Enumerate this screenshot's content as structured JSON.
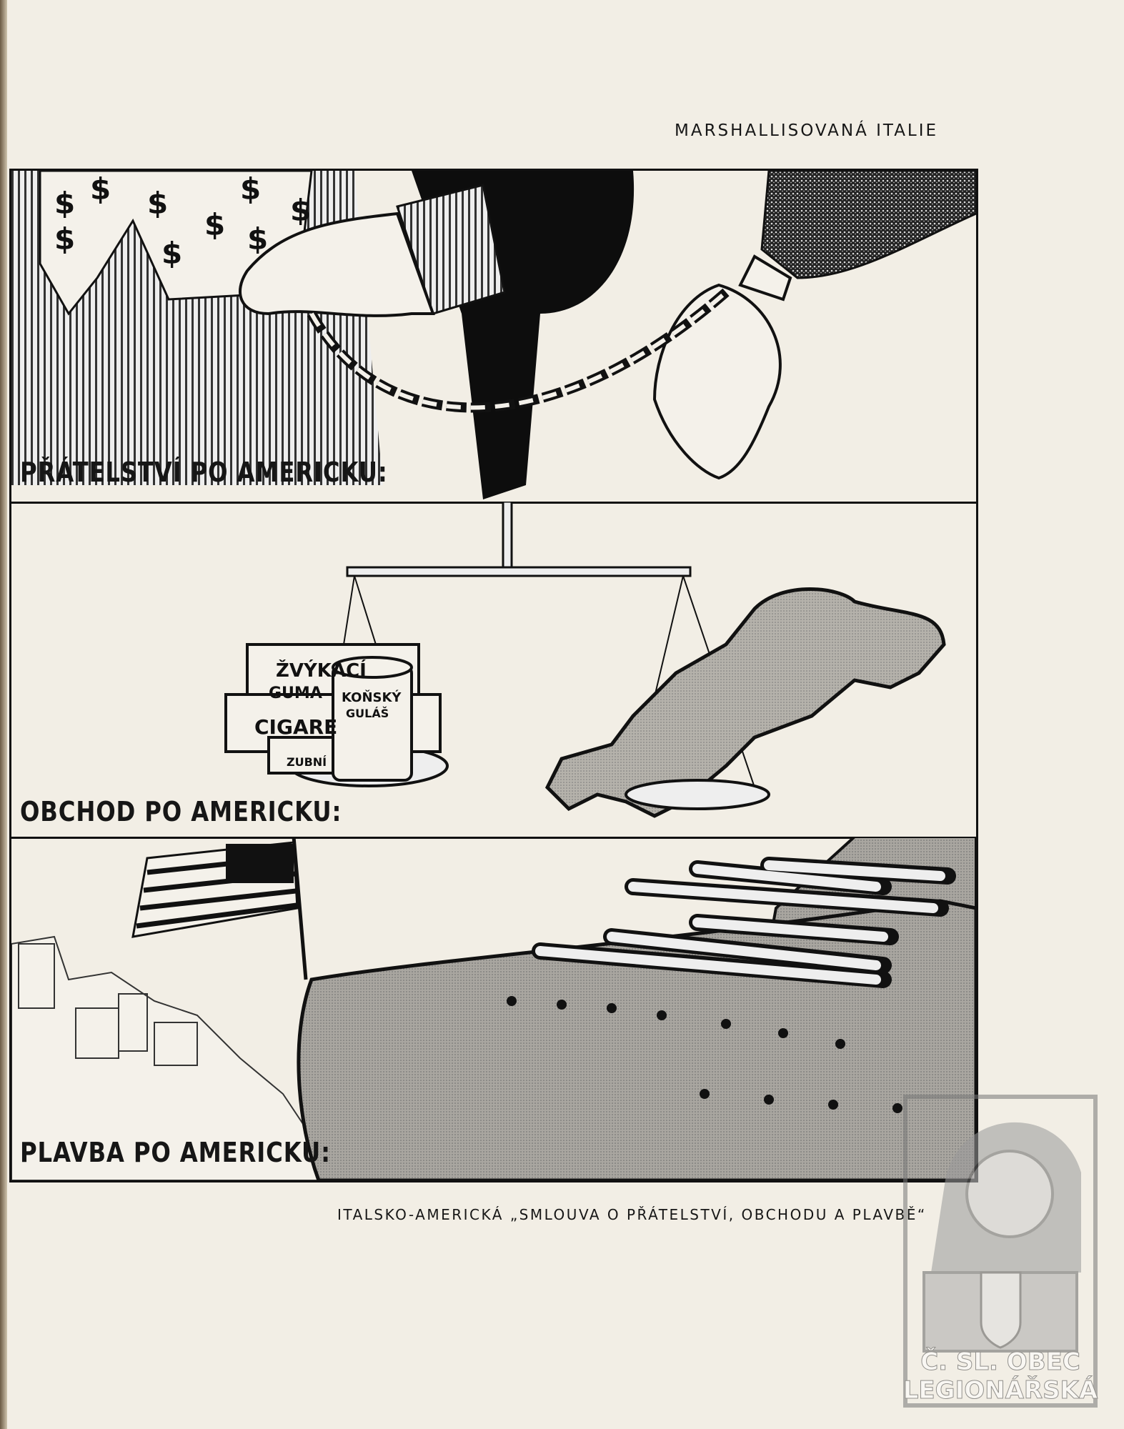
{
  "page": {
    "header": "MARSHALLISOVANÁ ITALIE",
    "caption": "ITALSKO-AMERICKÁ „SMLOUVA O PŘÁTELSTVÍ, OBCHODU A PLAVBĚ“"
  },
  "panels": [
    {
      "label": "PŘÁTELSTVÍ PO AMERICKU:"
    },
    {
      "label": "OBCHOD PO AMERICKU:",
      "goods": {
        "gum_line1": "ŽVÝKACÍ",
        "gum_line2": "GUMA",
        "cigarettes": "CIGARE",
        "toothpaste": "ZUBNÍ",
        "can_line1": "KOŇSKÝ",
        "can_line2": "GULÁŠ"
      }
    },
    {
      "label": "PLAVBA PO AMERICKU:"
    }
  ],
  "watermark": {
    "line1": "Č. SL.   OBEC",
    "line2": "LEGIONÁŘSKÁ"
  }
}
